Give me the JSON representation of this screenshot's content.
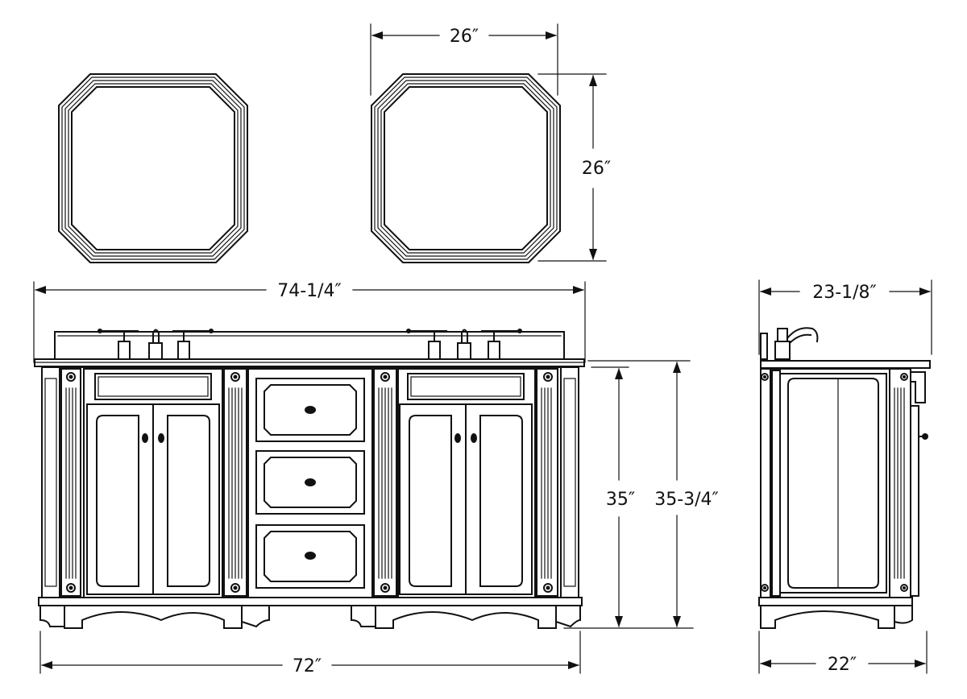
{
  "dimensions": {
    "mirror_width": "26″",
    "mirror_height": "26″",
    "vanity_top_width": "74-1/4″",
    "vanity_base_width": "72″",
    "vanity_body_height": "35″",
    "vanity_total_height": "35-3/4″",
    "side_top_depth": "23-1/8″",
    "side_base_depth": "22″"
  }
}
